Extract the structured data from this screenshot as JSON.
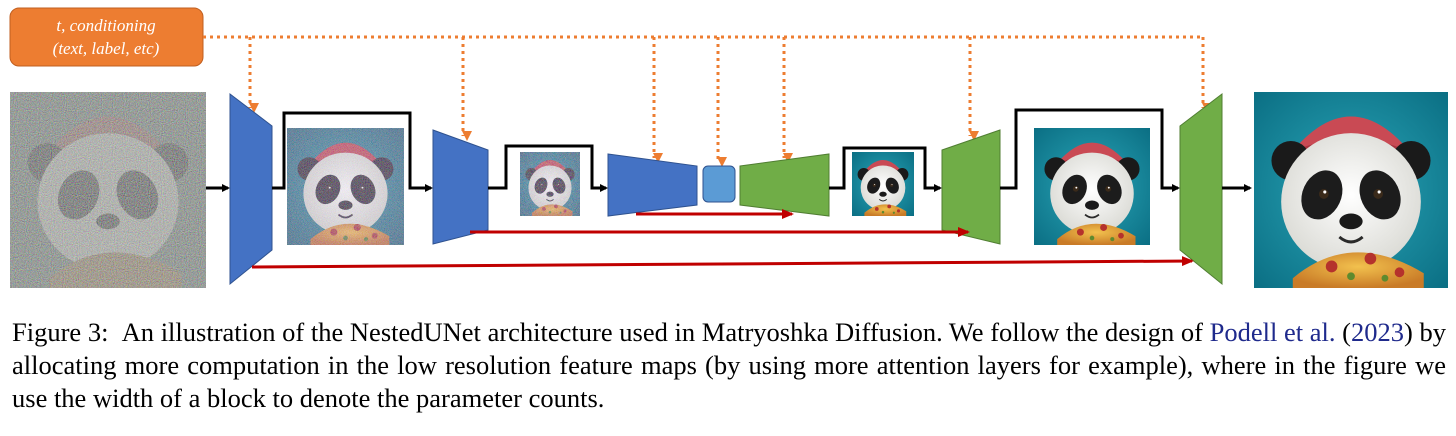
{
  "conditioning_box": {
    "line1": "t, conditioning",
    "line2": "(text,  label, etc)",
    "fill": "#ed7d31",
    "text_color": "#ffffff"
  },
  "colors": {
    "encoder_block": "#4472c4",
    "bottleneck_block": "#5b9bd5",
    "decoder_block": "#70ad47",
    "skip_arrow": "#c00000",
    "conditioning_arrow": "#ed7d31",
    "flow_arrow": "#000000"
  },
  "images": [
    {
      "name": "noisy-panda-input",
      "noise": "high"
    },
    {
      "name": "noisy-panda-level-1",
      "noise": "medium"
    },
    {
      "name": "noisy-panda-level-2",
      "noise": "medium"
    },
    {
      "name": "panda-level-2-output",
      "noise": "none"
    },
    {
      "name": "panda-level-1-output",
      "noise": "none"
    },
    {
      "name": "panda-final-output",
      "noise": "none"
    }
  ],
  "caption": {
    "label": "Figure 3:",
    "text_a": "An illustration of the NestedUNet architecture used in Matryoshka Diffusion. We follow the design of ",
    "cite_author": "Podell et al.",
    "cite_open": " (",
    "cite_year": "2023",
    "cite_close": ")",
    "text_b": " by allocating more computation in the low resolution feature maps (by using more attention layers for example), where in the figure we use the width of a block to denote the parameter counts."
  }
}
